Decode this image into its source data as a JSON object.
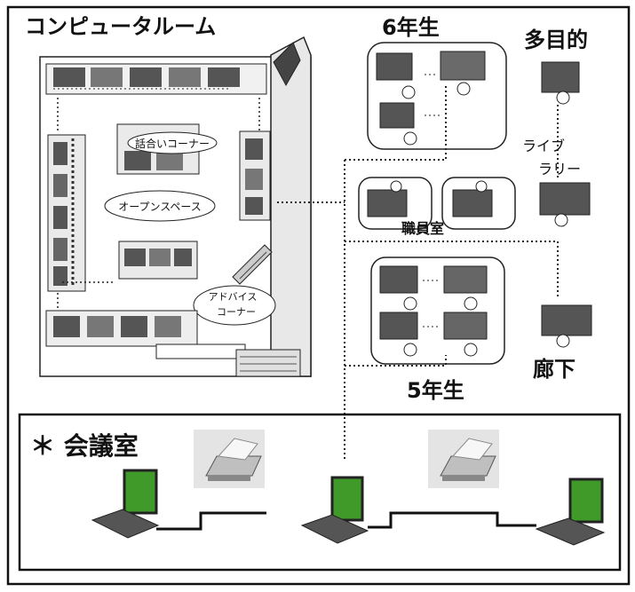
{
  "title": "コンピュータルーム",
  "rooms": {
    "grade6": "6年生",
    "tamokuteki": "多目的",
    "library_1": "ライブ",
    "library_2": "ラリー",
    "staff": "職員室",
    "hallway": "廊下",
    "grade5": "5年生"
  },
  "zones": {
    "hanashiai": "話合いコーナー",
    "open_space": "オープンスペース",
    "advice_1": "アドバイス",
    "advice_2": "コーナー"
  },
  "meeting_room": "＊ 会議室",
  "colors": {
    "laptop_screen": "#3f9a2a",
    "line": "#111111"
  }
}
